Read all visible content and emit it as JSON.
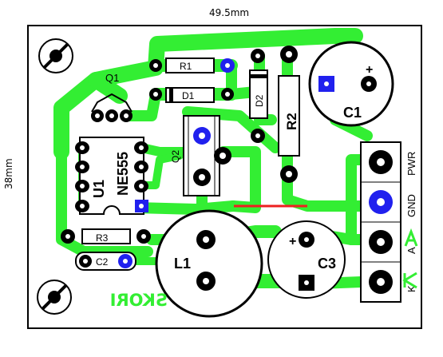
{
  "dimensions": {
    "width": "49.5mm",
    "height": "38mm"
  },
  "board_label": "SKORI",
  "colors": {
    "board_outline": "#000000",
    "copper_trace": "#33ee33",
    "silkscreen": "#000000",
    "pad": "#000000",
    "highlighted_pad": "#2020ee",
    "jumper_wire": "#ee2020",
    "background": "#ffffff"
  },
  "components": [
    {
      "ref": "Q1",
      "label": "Q1"
    },
    {
      "ref": "R1",
      "label": "R1"
    },
    {
      "ref": "D1",
      "label": "D1"
    },
    {
      "ref": "D2",
      "label": "D2"
    },
    {
      "ref": "R2",
      "label": "R2"
    },
    {
      "ref": "C1",
      "label": "C1",
      "polarity": "+"
    },
    {
      "ref": "Q2",
      "label": "Q2"
    },
    {
      "ref": "U1",
      "label": "U1",
      "part": "NE555"
    },
    {
      "ref": "R3",
      "label": "R3"
    },
    {
      "ref": "C2",
      "label": "C2"
    },
    {
      "ref": "L1",
      "label": "L1"
    },
    {
      "ref": "C3",
      "label": "C3",
      "polarity": "+"
    }
  ],
  "connector": {
    "pins": [
      {
        "label": "PWR"
      },
      {
        "label": "GND"
      },
      {
        "label": "A",
        "icon": "diode-anode-icon"
      },
      {
        "label": "K",
        "icon": "diode-cathode-icon"
      }
    ]
  }
}
